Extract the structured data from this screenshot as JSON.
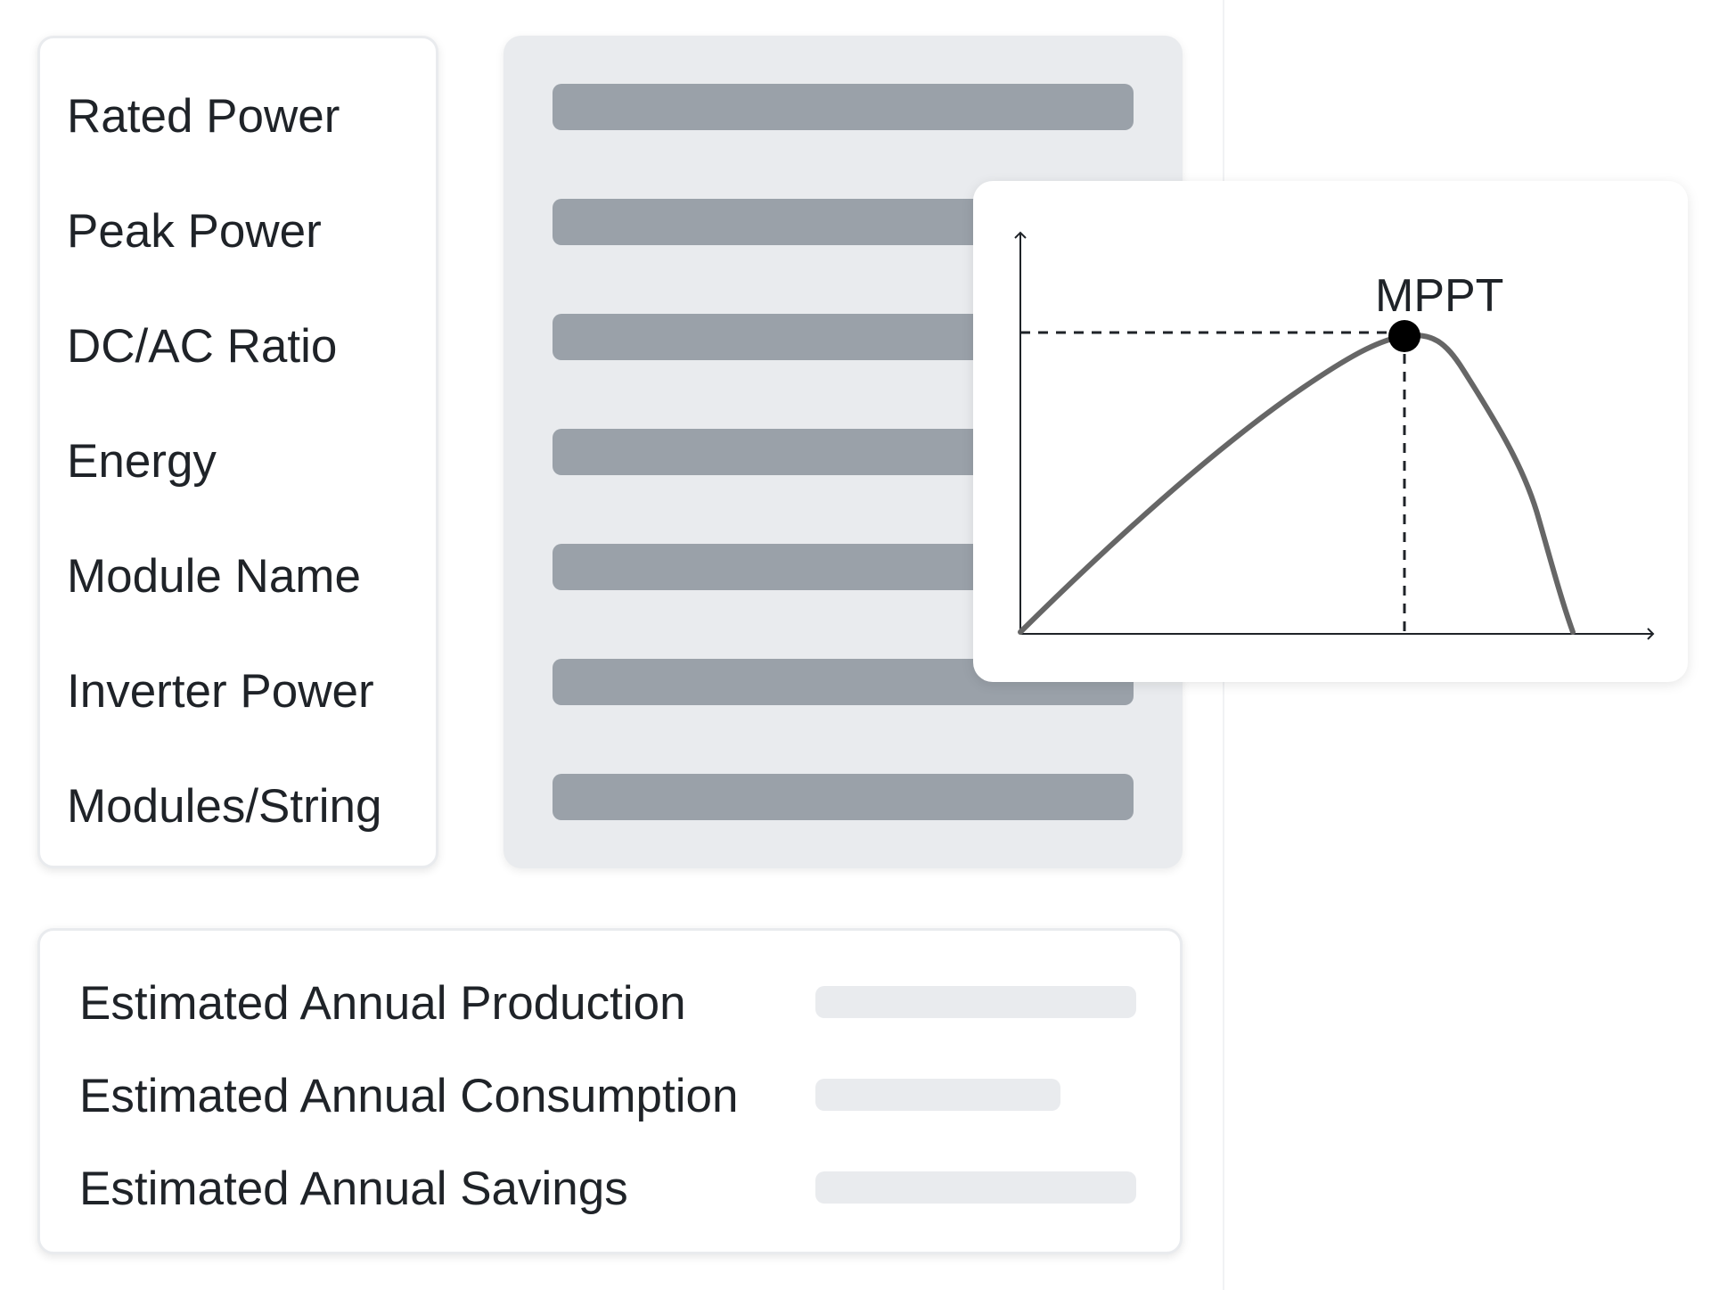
{
  "parameters": {
    "labels": [
      "Rated Power",
      "Peak Power",
      "DC/AC Ratio",
      "Energy",
      "Module Name",
      "Inverter Power",
      "Modules/String"
    ]
  },
  "chart": {
    "peak_label": "MPPT"
  },
  "summary": {
    "labels": [
      "Estimated Annual Production",
      "Estimated Annual Consumption",
      "Estimated Annual Savings"
    ]
  },
  "colors": {
    "card_border": "#e9ebee",
    "panel_bg": "#e9ebee",
    "placeholder_bar": "#9aa1a9",
    "light_placeholder_bar": "#e9ebee",
    "curve": "#666666",
    "text": "#1f2328"
  }
}
